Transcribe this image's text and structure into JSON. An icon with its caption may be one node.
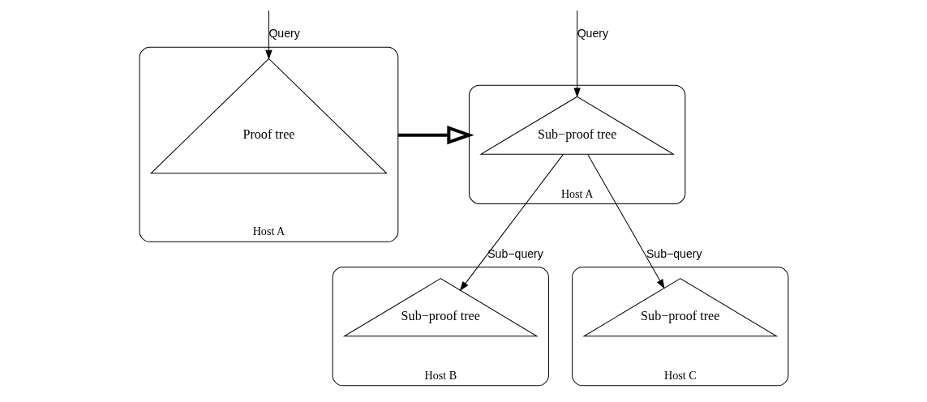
{
  "diagram": {
    "nodes": [
      {
        "text": [
          "Host A"
        ]
      },
      {
        "text": [
          "Proof tree"
        ],
        "in": 0
      },
      {
        "text": [
          "Host A"
        ]
      },
      {
        "text": [
          "Sub−proof tree"
        ],
        "in": 2
      },
      {
        "text": [
          "Host B"
        ]
      },
      {
        "text": [
          "Sub−proof tree"
        ],
        "in": 4
      },
      {
        "text": [
          "Host C"
        ]
      },
      {
        "text": [
          "Sub−proof tree"
        ],
        "in": 6
      }
    ],
    "edges": [
      {
        "from": null,
        "to": 1,
        "arrow": "to",
        "label": "Query"
      },
      {
        "from": 0,
        "to": 2,
        "arrow": "to",
        "style": "thick"
      },
      {
        "from": null,
        "to": 3,
        "arrow": "to",
        "label": "Query"
      },
      {
        "from": 3,
        "to": 5,
        "arrow": "to",
        "label": "Sub−query"
      },
      {
        "from": 3,
        "to": 7,
        "arrow": "to",
        "label": "Sub−query"
      }
    ]
  }
}
